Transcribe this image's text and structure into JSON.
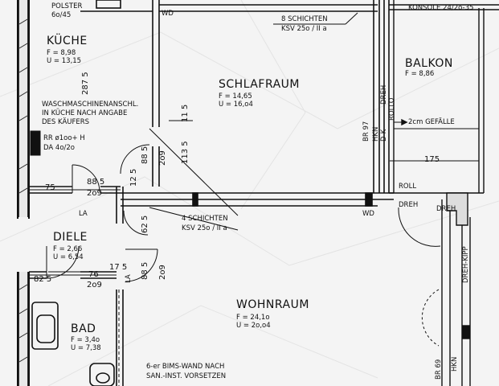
{
  "rooms": {
    "kueche": {
      "name": "KÜCHE",
      "f": "F = 8,98",
      "u": "U = 13,15"
    },
    "schlafraum": {
      "name": "SCHLAFRAUM",
      "f": "F = 14,65",
      "u": "U = 16,o4"
    },
    "balkon": {
      "name": "BALKON",
      "f": "F = 8,86"
    },
    "diele": {
      "name": "DIELE",
      "f": "F = 2,66",
      "u": "U = 6,54"
    },
    "bad": {
      "name": "BAD",
      "f": "F = 3,4o",
      "u": "U = 7,38"
    },
    "wohnraum": {
      "name": "WOHNRAUM",
      "f": "F = 24,1o",
      "u": "U = 2o,o4"
    }
  },
  "notes": {
    "polster": "POLSTER",
    "polster_dim": "6o/45",
    "wasch1": "WASCHMASCHINENANSCHL.",
    "wasch2": "IN KÜCHE NACH ANGABE",
    "wasch3": "DES KÄUFERS",
    "rr": "RR ø1oo+ H",
    "da": "DA 4o/2o",
    "schichten8a": "8 SCHICHTEN",
    "schichten8b": "KSV 25o / II a",
    "schichten4a": "4 SCHICHTEN",
    "schichten4b": "KSV 25o / II a",
    "konsole": "KONSOLE 24/2o-35",
    "gefaelle": "2cm GEFÄLLE",
    "bims1": "6-er BIMS-WAND NACH",
    "bims2": "SAN.-INST. VORSETZEN",
    "wd1": "WD",
    "wd2": "WD",
    "roll": "ROLL",
    "dreh1": "DREH",
    "dreh2": "DREH",
    "dreh_kipp": "DREH-KIPP",
    "br97": "BR 97",
    "br69": "BR 69",
    "hkn1": "HKN",
    "hkn2": "HKN",
    "dk": "D-K",
    "rollo": "ROLLO",
    "dreh_v": "DREH",
    "la1": "LA",
    "la2": "LA"
  },
  "dims": {
    "d287": "287 5",
    "d75": "75",
    "d885a": "88 5",
    "d209a": "2o9",
    "d885b": "88 5",
    "d209b": "2o9",
    "d125": "12 5",
    "d1135": "113 5",
    "d115": "11 5",
    "d175": "175",
    "d625": "62 5",
    "d825": "82 5",
    "d76": "76",
    "d175b": "17 5",
    "d209c": "2o9",
    "d885c": "88 5",
    "d209d": "2o9"
  }
}
